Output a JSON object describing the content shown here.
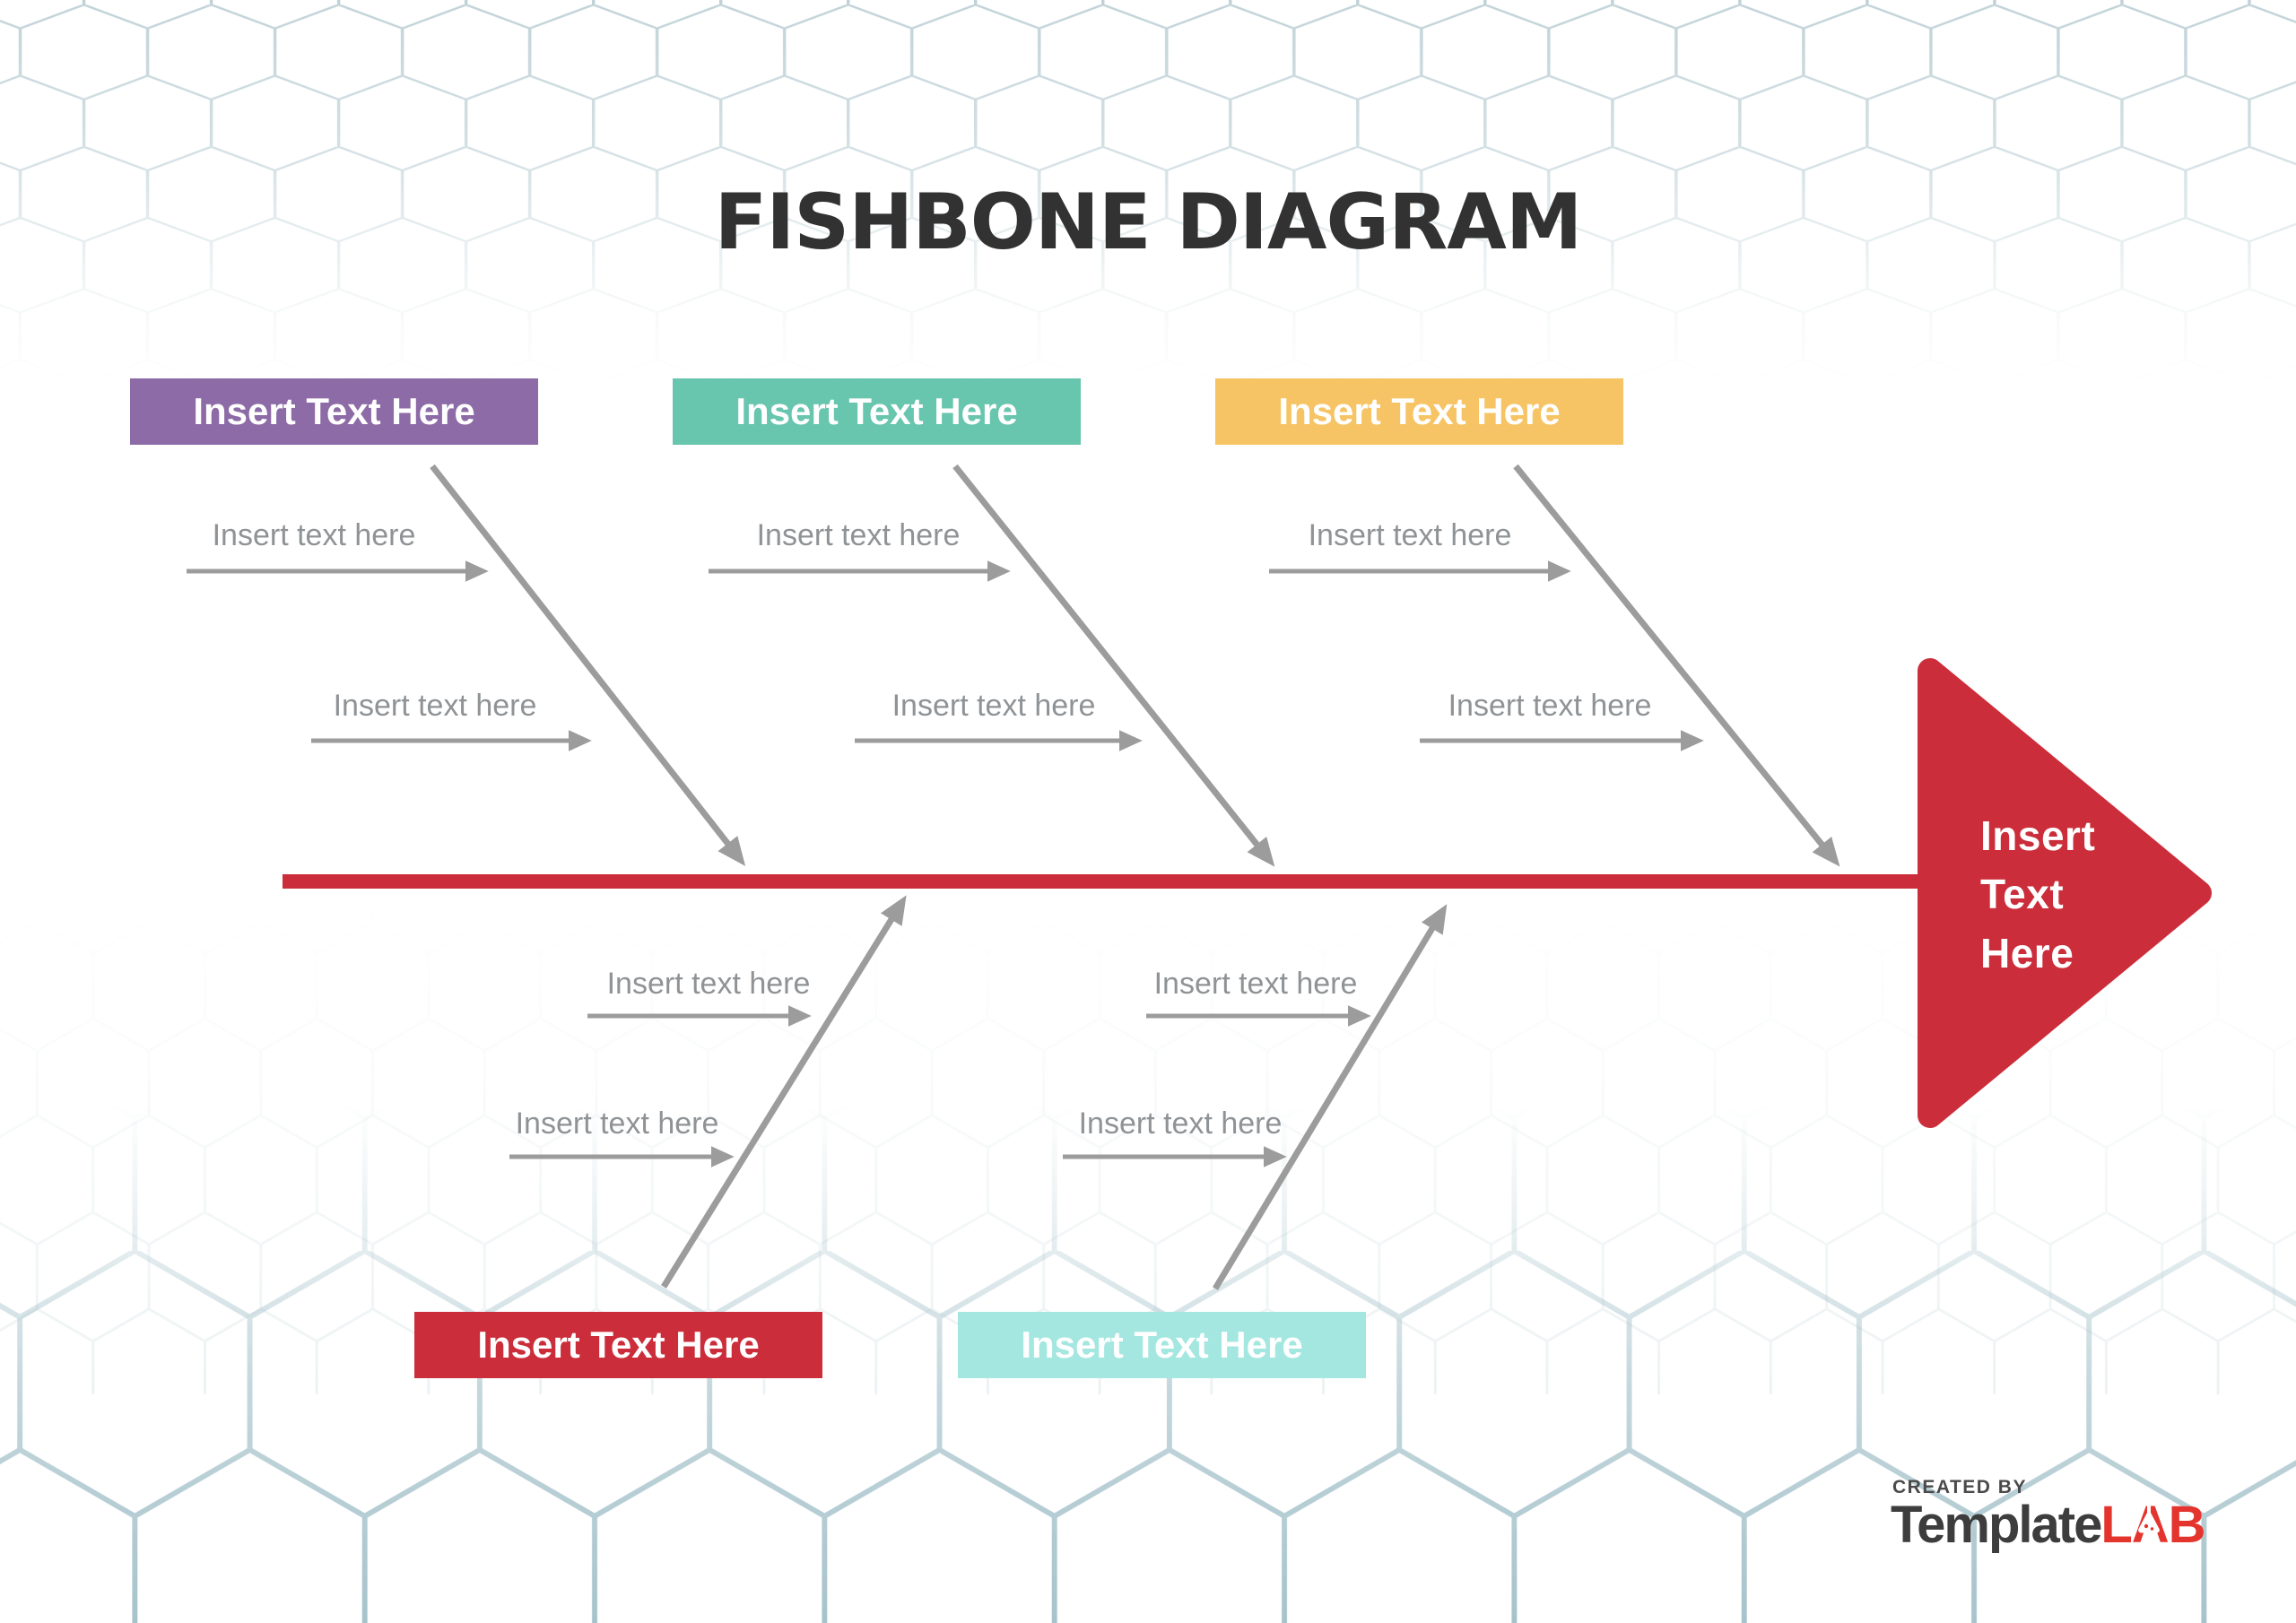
{
  "title": "FISHBONE DIAGRAM",
  "head": {
    "label": "Insert Text Here"
  },
  "categories": [
    {
      "name": "cause-group-top-1",
      "label": "Insert Text Here",
      "color_key": "cat1",
      "sub_labels": [
        "Insert text here",
        "Insert text here"
      ]
    },
    {
      "name": "cause-group-top-2",
      "label": "Insert Text Here",
      "color_key": "cat2",
      "sub_labels": [
        "Insert text here",
        "Insert text here"
      ]
    },
    {
      "name": "cause-group-top-3",
      "label": "Insert Text Here",
      "color_key": "cat3",
      "sub_labels": [
        "Insert text here",
        "Insert text here"
      ]
    },
    {
      "name": "cause-group-bottom-1",
      "label": "Insert Text Here",
      "color_key": "cat4",
      "sub_labels": [
        "Insert text here",
        "Insert text here"
      ]
    },
    {
      "name": "cause-group-bottom-2",
      "label": "Insert Text Here",
      "color_key": "cat5",
      "sub_labels": [
        "Insert text here",
        "Insert text here"
      ]
    }
  ],
  "logo": {
    "created_by": "CREATED BY",
    "brand_primary": "Template",
    "brand_accent": "LAB"
  },
  "colors": {
    "cat1": "#8d6ba6",
    "cat2": "#68c5ae",
    "cat3": "#f6c464",
    "cat4": "#cb2e3a",
    "cat5": "#a4e7e0",
    "spine_red": "#cb2e3a",
    "arrow_gray": "#9c9c9c",
    "label_gray": "#8f9396",
    "title_color": "#323232",
    "hex_top": "#bdd0d6",
    "hex_mid": "#c3d5da",
    "hex_bottom": "#9fbec7",
    "logo_dark": "#3d3d3d",
    "logo_red": "#e4342e",
    "created_by_color": "#4a4a4a"
  }
}
